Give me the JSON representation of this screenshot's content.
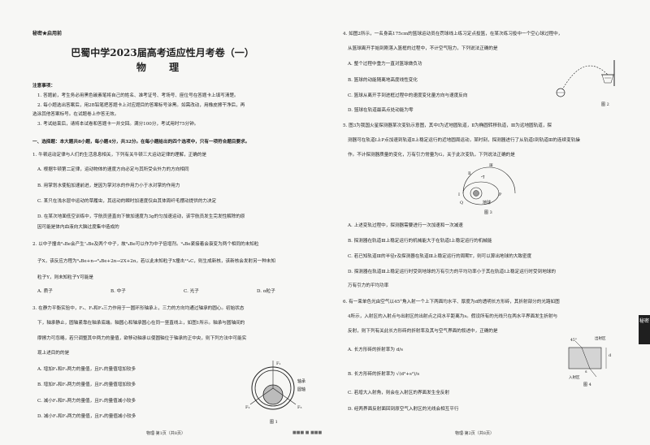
{
  "left_page": {
    "secret": "秘密★启用前",
    "title": "巴蜀中学2023届高考适应性月考卷（一）",
    "subject": "物  理",
    "notice_head": "注意事项：",
    "notices": [
      "1. 答题前，考生务必用黑色碳素笔将自己的姓名、准考证号、考场号、座位号在答题卡上填写清楚。",
      "2. 每小题选出答案后，用2B铅笔把答题卡上对应题目的答案标号涂黑。如需改动，用橡皮擦干净后，再",
      "选涂其他答案标号。在试题卷上作答无效。",
      "3. 考试结束后，请将本试卷和答题卡一并交回。满分100分，考试用时75分钟。"
    ],
    "section1": "一、选择题：本大题共8小题，每小题4分，共32分。在每小题给出的四个选项中，只有一项符合题目要求。",
    "q1": [
      "1. 牛顿运动定律与人们的生活息息相关，下列有关牛顿三大运动定律的理解，正确的是",
      "A. 根据牛顿第二定律，运动物体的速度方向必定与其所受合外力的方向相同",
      "B. 用掌划水使船加速前进，是因为掌对水的作用力小于水对掌的作用力",
      "C. 某只在浅水层中运动的草履虫，其运动的瞬时加速度仅由其体周纤毛摆动提供的力决定",
      "D. 在某次地面低空训练中，宇航员竖直向下做加速度为3g的匀加速运动，该宇航员发生完发性解除的原",
      "    因可能是体内血液向大脑过度集中造成的"
    ],
    "q2": [
      "2. 以中子撞击⁶₃Be会产生⁷₃Be及两个中子，故⁹₄Be可以作为中子倍增剂。⁹₄Be紧接着会衰变为两个相同的未知粒",
      "子X，该反应方程为⁹₄Be+n→⁸₄Be+2n→2X+2n，若以此未知粒子X撞击¹²₆C，则生成新核，该新核会发射另一种未知",
      "粒子Y，则未知粒子Y可能是"
    ],
    "q2_options": [
      "A. 质子",
      "B. 中子",
      "C. 光子",
      "D. α粒子"
    ],
    "q3": [
      "3. 在静力平衡实验中，F₁、F₂和F₃三力作用于一圆环形轴承上，三力的方向均通过轴承的圆心。初始状态",
      "下，轴承静止，圆轴紧靠在轴承底端。轴圆心和轴承圆心在同一竖直线上，如图1所示。轴承与圆轴间的",
      "摩擦力可忽略，若只调整其中两力的量值，欲移动轴承以使圆轴位于轴承的正中央，则下列方法中可能实",
      "现上述目的的是"
    ],
    "q3_options": [
      "A. 增加F₁和F₂两力的量值，且F₁的量值增加较多",
      "B. 增加F₂和F₃两力的量值，且F₂的量值增加较多",
      "C. 减小F₁和F₂两力的量值，且F₁的量值减小较多",
      "D. 减小F₁和F₃两力的量值，且F₃的量值减小较多"
    ],
    "fig1_caption": "图 1",
    "fig1_labels": {
      "f1": "F₁",
      "f2": "F₂",
      "f3": "F₃",
      "bearing": "轴承",
      "shaft": "圆轴"
    },
    "footer": "物理·第1页（共8页）"
  },
  "right_page": {
    "q4": [
      "4. 如图2所示，一名身高175cm的篮球运动员在罚球线上练习定点投篮，在某次练习投中一个空心球过程中，",
      "从篮球离开手始到刚落入篮框的过程中，不计空气阻力，下列说法正确的是"
    ],
    "q4_options": [
      "A. 整个过程中重力一直对篮球做负功",
      "B. 篮球的动能随离地高度线性变化",
      "C. 篮球从离开手到进框过程中的速度变化量方向与速度反向",
      "D. 篮球在轨道最高点处动能为零"
    ],
    "fig2_caption": "图 2",
    "q5": [
      "5. 图3为我国火星探测器某次变轨示意图，其中Ⅰ为近地圆轨道，Ⅱ为椭圆转移轨道，Ⅲ为远地圆轨道，探",
      "测器可在轨道Ⅰ上P点加速到轨道Ⅱ上稳定运行的近地圆周运动，某时刻，探测器进行了从轨道Ⅰ到轨道Ⅲ的连续变轨操",
      "作。不计探测器质量的变化，万有引力常量为G，关于此次变轨，下列说法正确的是"
    ],
    "fig3_caption": "图 3",
    "fig3_labels": {
      "o1": "Ⅰ",
      "o2": "Ⅱ",
      "o3": "Ⅲ",
      "p": "P",
      "q": "Q",
      "earth": "地球"
    },
    "q5_options": [
      "A. 上述变轨过程中，探测器需要进行一次加速和一次减速",
      "B. 探测器在轨道Ⅲ上稳定运行的机械能大于在轨道Ⅰ上稳定运行的机械能",
      "C. 若已知轨道Ⅲ的半径r及探测器在轨道Ⅲ上稳定运行的周期T，则可以算出地球的大致密度",
      "D. 探测器在轨道Ⅲ上稳定运行时受到地球的万有引力的平均功率小于其在轨道Ⅰ上稳定运行时受到地球的",
      "    万有引力的平均功率"
    ],
    "q6": [
      "6. 有一束单色光由空气以45°角入射一个上下两面均水平、厚度为d的透明长方形砖，其折射部分的光路如图",
      "4所示，入射区的入射点与出射区的出射点之间水平距离为s。假设所有的光线只在两水平界面发生折射与",
      "反射，则下列有关此长方形砖的折射率及其与空气界面的叙述中，正确的是"
    ],
    "q6_options": [
      "A. 长方形砖的折射率为 d/s",
      "B. 长方形砖的折射率为 √(d²+s²)/s",
      "C. 若增大入射角，则会在入射区的界面发生全反射",
      "D. 经两界面反射面回到原空气入射区的光线会相互平行"
    ],
    "fig4_caption": "图 4",
    "fig4_labels": {
      "out": "出射区",
      "in": "入射区",
      "d": "d",
      "s": "s",
      "angle": "45°"
    },
    "footer": "物理·第2页（共8页）",
    "side_tab": "秘密"
  },
  "footer_mid": "■■■ ■ ■■■"
}
